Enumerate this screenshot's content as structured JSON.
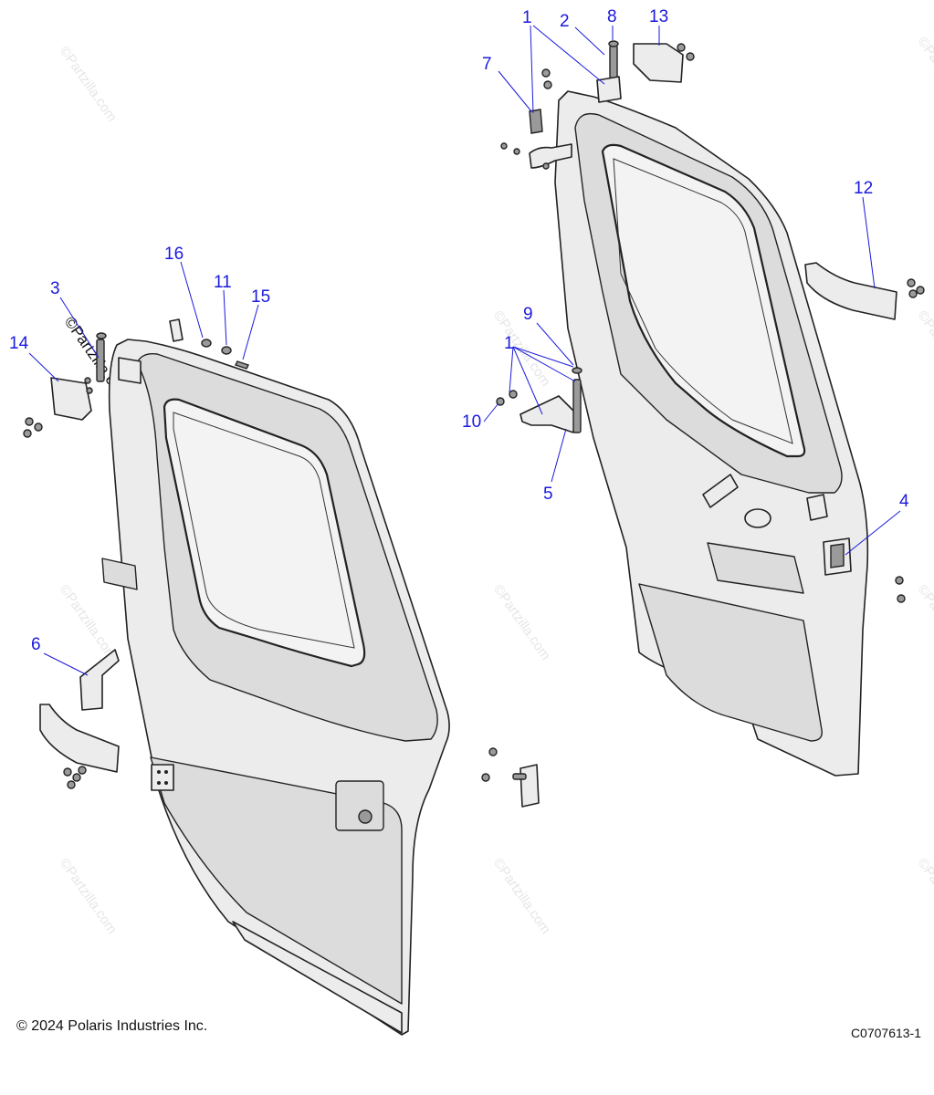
{
  "watermark": "©Partzilla.com",
  "footer": {
    "copyright": "© 2024 Polaris Industries Inc.",
    "diagram_id": "C0707613-1"
  },
  "callouts": [
    "1",
    "2",
    "8",
    "13",
    "7",
    "12",
    "16",
    "11",
    "15",
    "3",
    "14",
    "9",
    "1",
    "10",
    "5",
    "4",
    "6"
  ]
}
